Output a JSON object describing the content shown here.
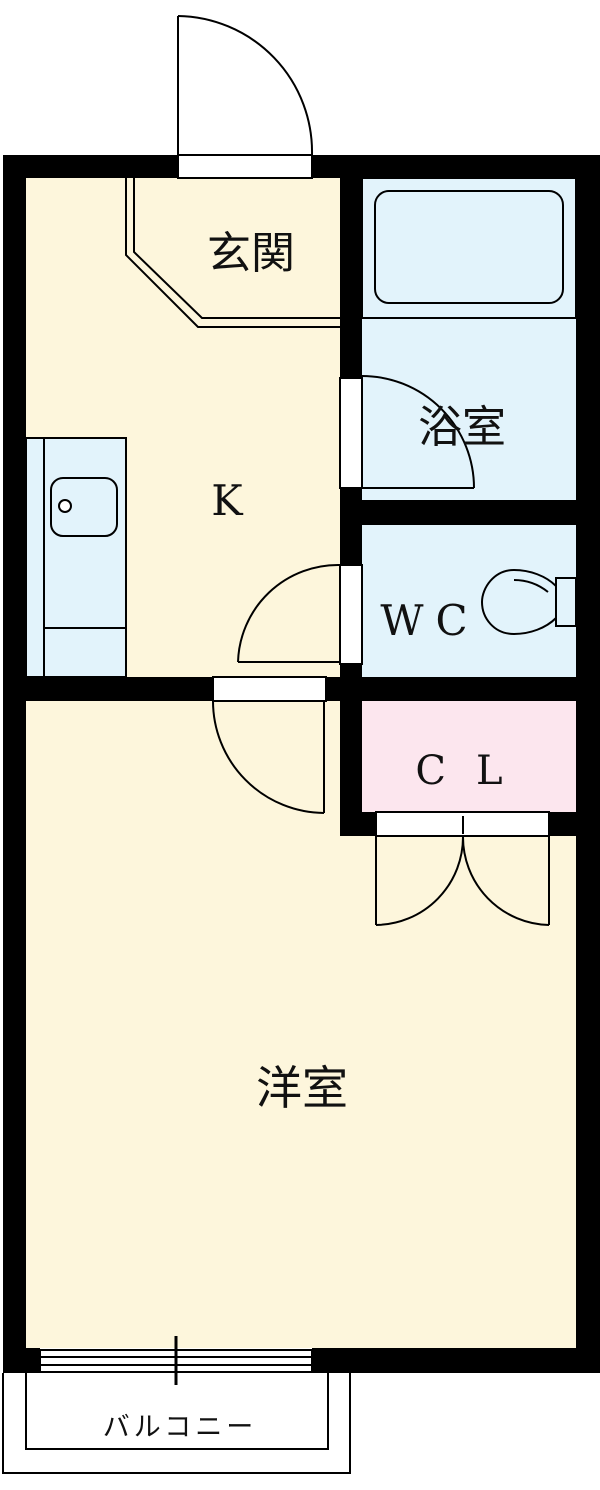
{
  "rooms": {
    "genkan": "玄関",
    "kitchen": "K",
    "bath": "浴室",
    "wc": "WC",
    "closet": "CL",
    "western": "洋室",
    "balcony": "バルコニー"
  },
  "colors": {
    "wall": "#000000",
    "floor": "#fdf6dc",
    "wet_area": "#e2f3fb",
    "closet": "#fce6ee",
    "background": "#ffffff"
  }
}
